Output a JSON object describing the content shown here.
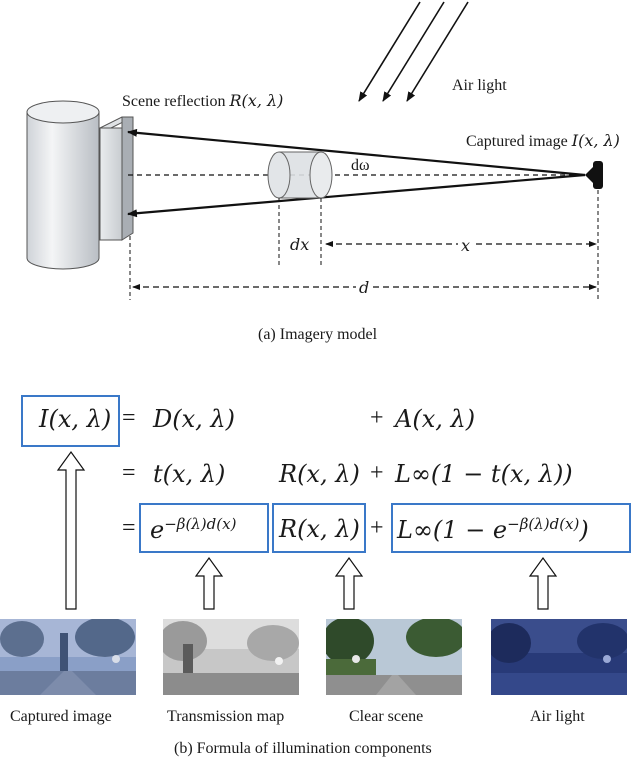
{
  "imagery": {
    "scene_reflection": "Scene reflection",
    "scene_reflection_math": "R(x, λ)",
    "air_light": "Air light",
    "captured_image": "Captured image",
    "captured_image_math": "I(x, λ)",
    "domega": "dω",
    "dx": "dx",
    "x": "x",
    "d": "d",
    "caption": "(a) Imagery model"
  },
  "formula": {
    "lhs": "I(x, λ)",
    "row1": {
      "eq": "=",
      "term1": "D(x, λ)",
      "plus": "+",
      "term2": "A(x, λ)"
    },
    "row2": {
      "eq": "=",
      "term1": "t(x, λ)",
      "term2": "R(x, λ)",
      "plus": "+",
      "term3": "L∞(1 − t(x, λ))"
    },
    "row3": {
      "eq": "=",
      "term1": "e^{−β(λ)d(x)}",
      "term2": "R(x, λ)",
      "plus": "+",
      "term3": "L∞(1 − e^{−β(λ)d(x)})"
    },
    "caption": "(b) Formula of illumination components"
  },
  "images": [
    {
      "label": "Captured image"
    },
    {
      "label": "Transmission map"
    },
    {
      "label": "Clear scene"
    },
    {
      "label": "Air light"
    }
  ],
  "colors": {
    "box_stroke": "#3a78c8",
    "line": "#111111"
  }
}
